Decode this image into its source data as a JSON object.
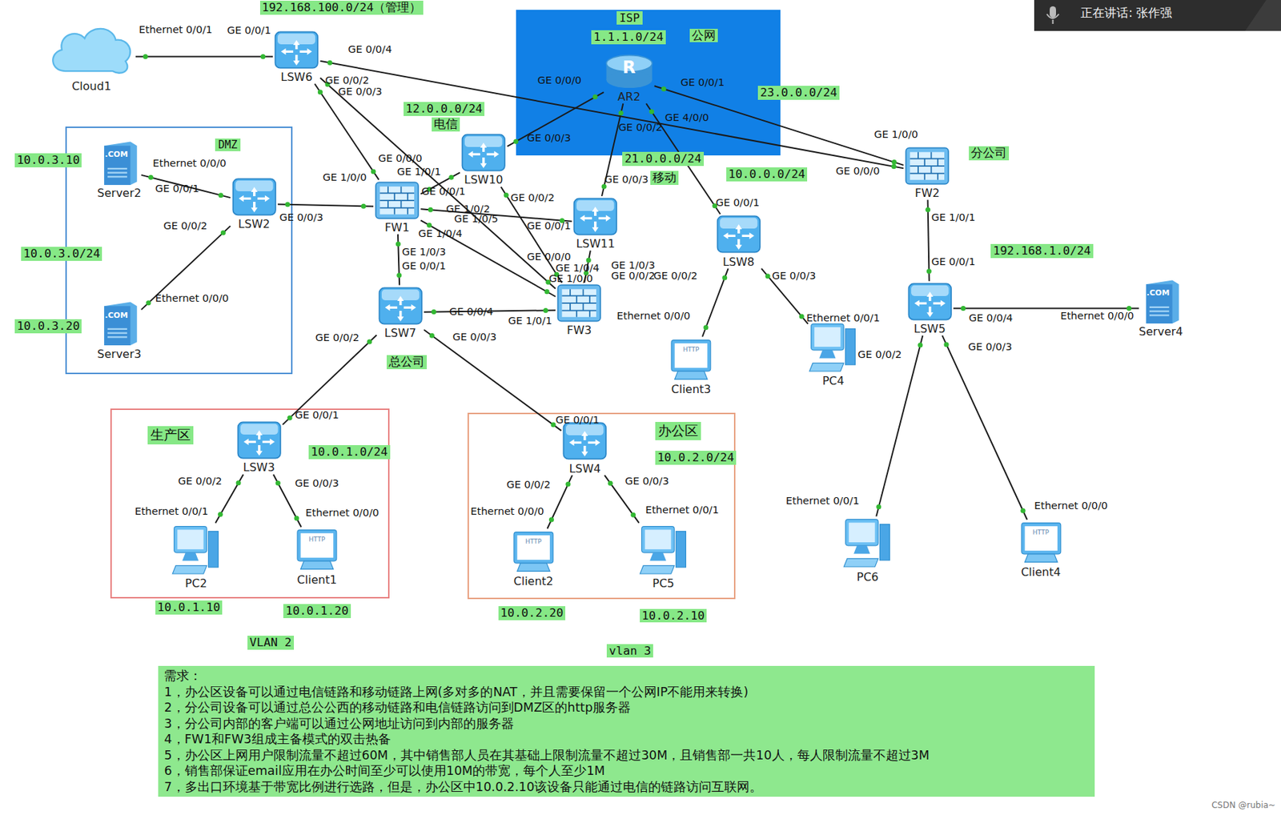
{
  "diagram": {
    "nodes": [
      {
        "text": [
          "Cloud1"
        ]
      },
      {
        "text": [
          "LSW6"
        ]
      },
      {
        "text": [
          "ISP"
        ]
      },
      {
        "text": [
          "R",
          "AR2"
        ],
        "in": 2
      },
      {
        "text": [
          "DMZ"
        ]
      },
      {
        "text": [
          ".COM",
          "Server2"
        ],
        "in": 4
      },
      {
        "text": [
          "LSW2"
        ],
        "in": 4
      },
      {
        "text": [
          ".COM",
          "Server3"
        ],
        "in": 4
      },
      {
        "text": [
          "FW1"
        ]
      },
      {
        "text": [
          "LSW10"
        ]
      },
      {
        "text": [
          "LSW11"
        ]
      },
      {
        "text": [
          "FW3"
        ]
      },
      {
        "text": [
          "LSW7"
        ]
      },
      {
        "text": [
          "LSW8"
        ]
      },
      {
        "text": [
          "HTTP",
          "Client3"
        ]
      },
      {
        "text": [
          "PC4"
        ]
      },
      {
        "text": [
          "FW2"
        ]
      },
      {
        "text": [
          "LSW5"
        ]
      },
      {
        "text": [
          ".COM",
          "Server4"
        ]
      },
      {
        "text": [
          "PC6"
        ]
      },
      {
        "text": [
          "HTTP",
          "Client4"
        ]
      },
      {
        "text": [
          "生产区"
        ]
      },
      {
        "text": [
          "LSW3"
        ],
        "in": 21
      },
      {
        "text": [
          "PC2"
        ],
        "in": 21
      },
      {
        "text": [
          "HTTP",
          "Client1"
        ],
        "in": 21
      },
      {
        "text": [
          "办公区"
        ]
      },
      {
        "text": [
          "LSW4"
        ],
        "in": 25
      },
      {
        "text": [
          "HTTP",
          "Client2"
        ],
        "in": 25
      },
      {
        "text": [
          "PC5"
        ],
        "in": 25
      },
      {
        "text": [
          "需求：",
          "1，办公区设备可以通过电信链路和移动链路上网(多对多的NAT，并且需要保留一个公网IP不能用来转换)",
          "2，分公司设备可以通过总公公西的移动链路和电信链路访问到DMZ区的http服务器",
          "3，分公司内部的客户端可以通过公网地址访问到内部的服务器",
          "4，FW1和FW3组成主备模式的双击热备",
          "5，办公区上网用户限制流量不超过60M，其中销售部人员在其基础上限制流量不超过30M，且销售部一共10人，每人限制流量不超过3M",
          "6，销售部保证email应用在办公时间至少可以使用10M的带宽，每个人至少1M",
          "7，多出口环境基于带宽比例进行选路，但是，办公区中10.0.2.10该设备只能通过电信的链路访问互联网。"
        ]
      }
    ],
    "edges": [
      {
        "from": 0,
        "to": 1,
        "arrow": "none"
      },
      {
        "from": 1,
        "to": 16,
        "arrow": "none"
      },
      {
        "from": 1,
        "to": 8,
        "arrow": "none"
      },
      {
        "from": 1,
        "to": 11,
        "arrow": "none"
      },
      {
        "from": 3,
        "to": 9,
        "arrow": "none"
      },
      {
        "from": 3,
        "to": 10,
        "arrow": "none"
      },
      {
        "from": 3,
        "to": 16,
        "arrow": "none"
      },
      {
        "from": 3,
        "to": 13,
        "arrow": "none"
      },
      {
        "from": 5,
        "to": 6,
        "arrow": "none"
      },
      {
        "from": 7,
        "to": 6,
        "arrow": "none"
      },
      {
        "from": 6,
        "to": 8,
        "arrow": "none"
      },
      {
        "from": 8,
        "to": 9,
        "arrow": "none"
      },
      {
        "from": 8,
        "to": 10,
        "arrow": "none"
      },
      {
        "from": 8,
        "to": 11,
        "arrow": "none"
      },
      {
        "from": 8,
        "to": 12,
        "arrow": "none"
      },
      {
        "from": 9,
        "to": 11,
        "arrow": "none"
      },
      {
        "from": 10,
        "to": 11,
        "arrow": "none"
      },
      {
        "from": 12,
        "to": 11,
        "arrow": "none"
      },
      {
        "from": 12,
        "to": 22,
        "arrow": "none"
      },
      {
        "from": 12,
        "to": 26,
        "arrow": "none"
      },
      {
        "from": 22,
        "to": 23,
        "arrow": "none"
      },
      {
        "from": 22,
        "to": 24,
        "arrow": "none"
      },
      {
        "from": 26,
        "to": 27,
        "arrow": "none"
      },
      {
        "from": 26,
        "to": 28,
        "arrow": "none"
      },
      {
        "from": 13,
        "to": 14,
        "arrow": "none"
      },
      {
        "from": 13,
        "to": 15,
        "arrow": "none"
      },
      {
        "from": 16,
        "to": 17,
        "arrow": "none"
      },
      {
        "from": 17,
        "to": 18,
        "arrow": "none"
      },
      {
        "from": 17,
        "to": 19,
        "arrow": "none"
      },
      {
        "from": 17,
        "to": 20,
        "arrow": "none"
      }
    ],
    "labels": [
      "192.168.100.0/24（管理）",
      "Ethernet 0/0/1",
      "GE 0/0/1",
      "GE 0/0/4",
      "GE 0/0/2",
      "GE 0/0/3",
      "1.1.1.0/24",
      "公网",
      "GE 0/0/0",
      "GE 0/0/1",
      "23.0.0.0/24",
      "GE 0/0/2",
      "GE 4/0/0",
      "12.0.0.0/24",
      "电信",
      "GE 0/0/3",
      "21.0.0.0/24",
      "GE 0/0/3",
      "移动",
      "10.0.0.0/24",
      "GE 1/0/0",
      "分公司",
      "GE 0/0/0",
      "GE 1/0/1",
      "192.168.1.0/24",
      "GE 0/0/1",
      "GE 0/0/4",
      "Ethernet 0/0/0",
      "GE 0/0/3",
      "GE 0/0/2",
      "Ethernet 0/0/1",
      "Ethernet 0/0/0",
      "GE 0/0/1",
      "GE 0/0/2",
      "GE 0/0/3",
      "Ethernet 0/0/0",
      "Ethernet 0/0/1",
      "10.0.3.10",
      "Ethernet 0/0/0",
      "GE 0/0/1",
      "GE 0/0/2",
      "GE 0/0/3",
      "10.0.3.0/24",
      "Ethernet 0/0/0",
      "10.0.3.20",
      "GE 0/0/0",
      "GE 1/0/1",
      "GE 1/0/0",
      "GE 0/0/1",
      "GE 0/0/2",
      "GE 1/0/2",
      "GE 1/0/5",
      "GE 1/0/4",
      "GE 1/0/3",
      "GE 0/0/1",
      "GE 0/0/1",
      "GE 0/0/0",
      "GE 1/0/4",
      "GE 1/0/3",
      "GE 1/0/0",
      "GE 0/0/2",
      "GE 0/0/4",
      "GE 1/0/1",
      "GE 0/0/2",
      "GE 0/0/3",
      "总公司",
      "GE 0/0/1",
      "10.0.1.0/24",
      "GE 0/0/2",
      "GE 0/0/3",
      "Ethernet 0/0/1",
      "Ethernet 0/0/0",
      "10.0.1.10",
      "10.0.1.20",
      "VLAN 2",
      "GE 0/0/1",
      "10.0.2.0/24",
      "GE 0/0/2",
      "GE 0/0/3",
      "Ethernet 0/0/0",
      "Ethernet 0/0/1",
      "10.0.2.20",
      "10.0.2.10",
      "vlan 3",
      "正在讲话: 张作强",
      "CSDN @rubia~"
    ]
  }
}
